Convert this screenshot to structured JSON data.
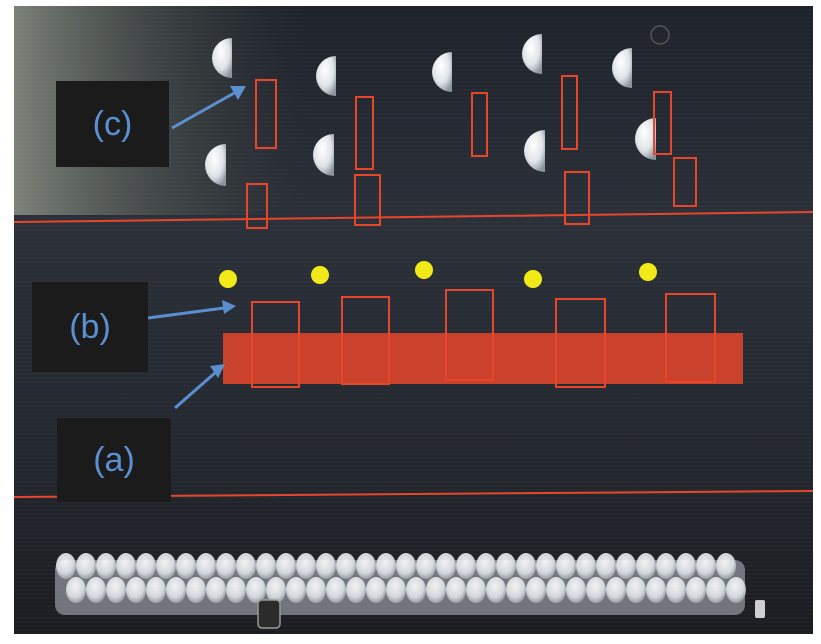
{
  "labels": {
    "a": "(a)",
    "b": "(b)",
    "c": "(c)"
  },
  "colors": {
    "overlay_red": "#e8462a",
    "label_blue": "#5b8fd0",
    "marker_yellow": "#f2ea18",
    "label_bg": "#1b1b1b"
  },
  "icons": {
    "a": "arrow-icon",
    "b": "arrow-icon",
    "c": "arrow-icon"
  }
}
